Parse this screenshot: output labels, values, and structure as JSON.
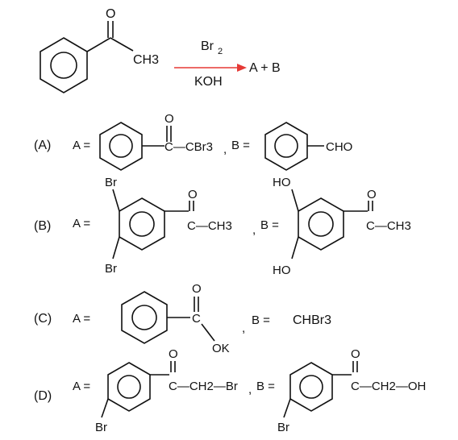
{
  "reaction": {
    "reactant_o": "O",
    "reactant_group": "CH3",
    "reagent_top_main": "Br",
    "reagent_top_sub": "2",
    "reagent_bottom": "KOH",
    "products": "A + B",
    "arrow_color": "#e53935"
  },
  "options": [
    {
      "label": "(A)",
      "a_prefix": "A =",
      "a_o": "O",
      "a_group": "C—CBr3",
      "sep": ",",
      "b_prefix": "B =",
      "b_group": "CHO"
    },
    {
      "label": "(B)",
      "a_prefix": "A =",
      "a_br_top": "Br",
      "a_br_bottom": "Br",
      "a_o": "O",
      "a_group": "C—CH3",
      "sep": ",",
      "b_prefix": "B =",
      "b_ho_top": "HO",
      "b_ho_bottom": "HO",
      "b_o": "O",
      "b_group": "C—CH3"
    },
    {
      "label": "(C)",
      "a_prefix": "A =",
      "a_o": "O",
      "a_c": "C",
      "a_ok": "OK",
      "sep": ",",
      "b_prefix": "B =",
      "b_value": "CHBr3"
    },
    {
      "label": "(D)",
      "a_prefix": "A =",
      "a_o": "O",
      "a_group": "C—CH2—Br",
      "a_br": "Br",
      "sep": ",",
      "b_prefix": "B =",
      "b_o": "O",
      "b_group": "C—CH2—OH",
      "b_br": "Br"
    }
  ]
}
